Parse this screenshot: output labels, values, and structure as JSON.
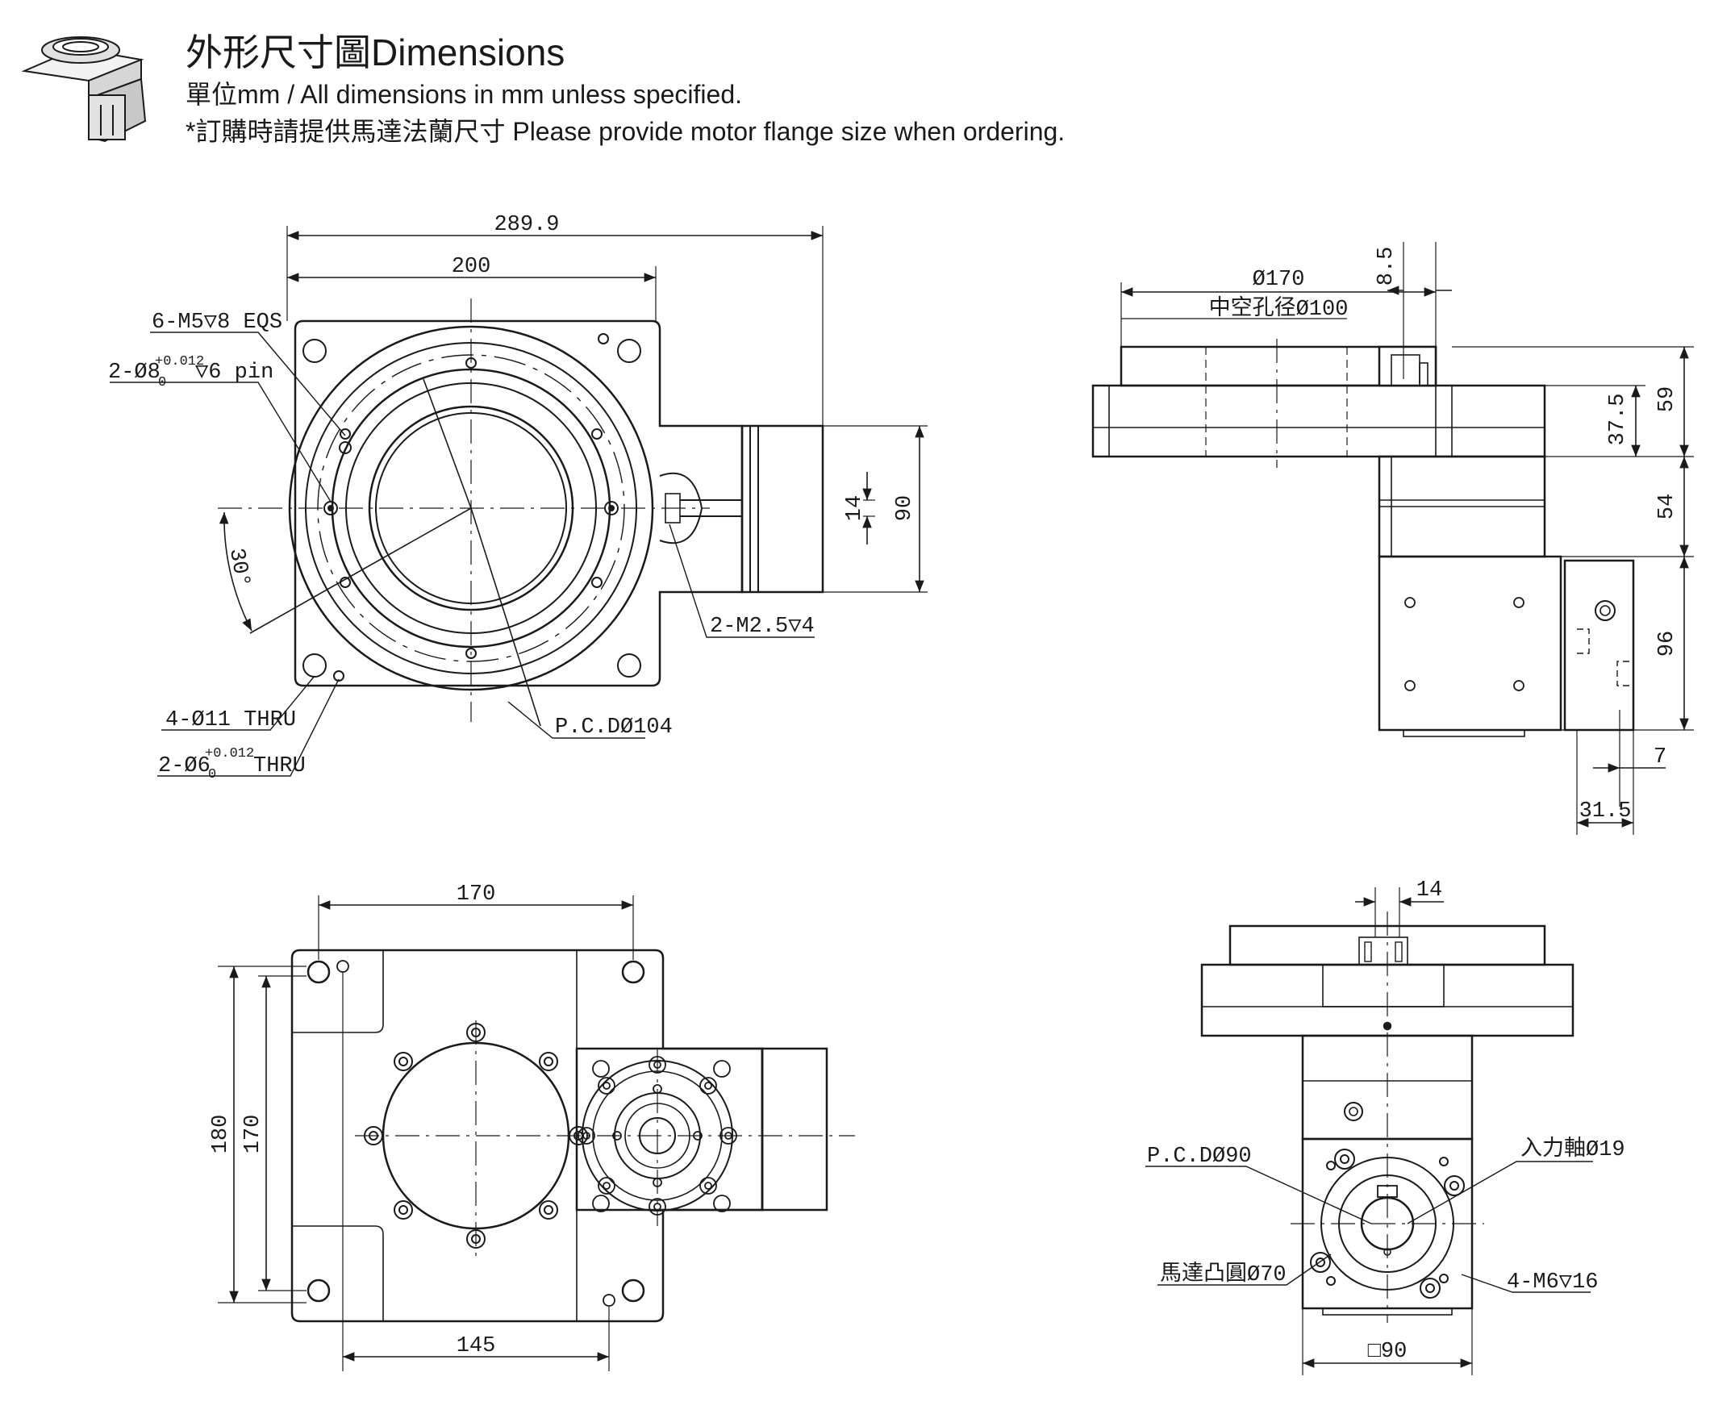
{
  "header": {
    "title": "外形尺寸圖Dimensions",
    "unit_note": "單位mm / All dimensions in mm unless specified.",
    "order_note": "*訂購時請提供馬達法蘭尺寸 Please provide motor flange size when ordering."
  },
  "top_view": {
    "overall_width": "289.9",
    "body_width": "200",
    "dim_14": "14",
    "dim_90": "90",
    "angle": "30°",
    "callout_m5": "6-M5▽8 EQS",
    "callout_pin8_a": "2-Ø8",
    "callout_pin8_tol_up": "+0.012",
    "callout_pin8_tol_dn": "0",
    "callout_pin8_b": "▽6 pin",
    "callout_m25": "2-M2.5▽4",
    "callout_thru11": "4-Ø11 THRU",
    "callout_pin6_a": "2-Ø6",
    "callout_pin6_tol_up": "+0.012",
    "callout_pin6_tol_dn": "0",
    "callout_pin6_b": "THRU",
    "pcd": "P.C.DØ104"
  },
  "side_view": {
    "dia170": "Ø170",
    "hollow": "中空孔径Ø100",
    "dim_85": "8.5",
    "dim_59": "59",
    "dim_375": "37.5",
    "dim_54": "54",
    "dim_96": "96",
    "dim_7": "7",
    "dim_315": "31.5"
  },
  "bottom_view": {
    "dim_170h": "170",
    "dim_145": "145",
    "dim_180": "180",
    "dim_170v": "170"
  },
  "end_view": {
    "dim_14": "14",
    "pcd90": "P.C.DØ90",
    "input_shaft": "入力軸Ø19",
    "motor_boss": "馬達凸圓Ø70",
    "m6": "4-M6▽16",
    "square": "□90"
  },
  "colors": {
    "ink": "#1a1a1a",
    "fill_light": "#e6e6e6",
    "paper": "#ffffff"
  }
}
